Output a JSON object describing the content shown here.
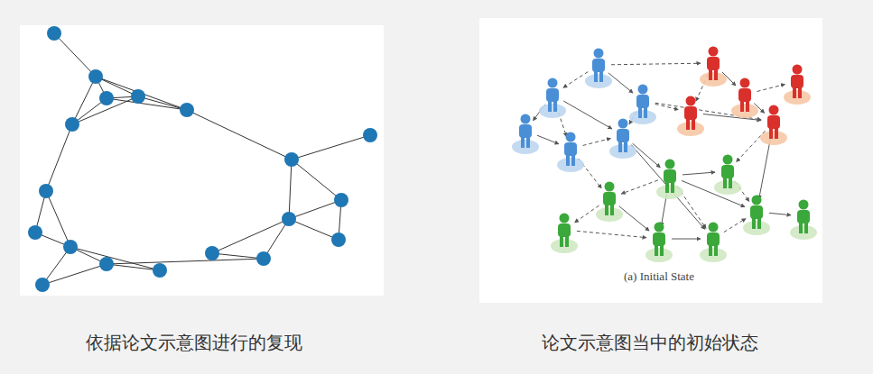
{
  "diagram": {
    "labels": [
      "依据论文示意图进行的复现",
      "论文示意图当中的初始状态",
      "(a) Initial State"
    ]
  }
}
